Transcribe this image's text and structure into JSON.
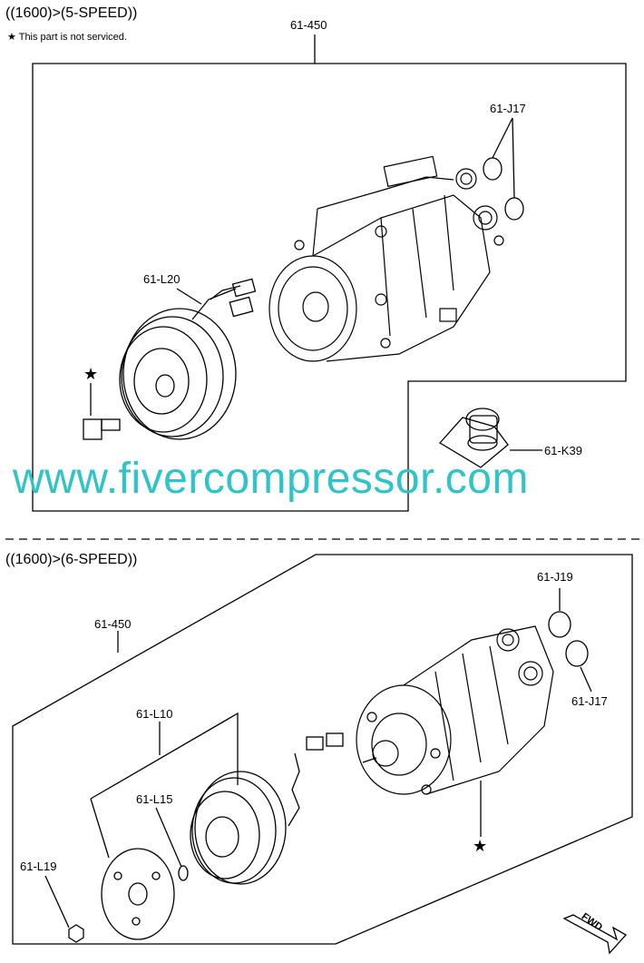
{
  "sections": {
    "top": {
      "title": "((1600)>(5-SPEED))",
      "note": "★ This part is not serviced.",
      "labels": {
        "assembly": "61-450",
        "o_ring_pair": "61-J17",
        "connector": "61-L20",
        "relief_valve": "61-K39"
      },
      "star": "★"
    },
    "bottom": {
      "title": "((1600)>(6-SPEED))",
      "labels": {
        "assembly": "61-450",
        "o_ring_upper": "61-J19",
        "o_ring_lower": "61-J17",
        "clutch_group": "61-L10",
        "shim": "61-L15",
        "nut": "61-L19"
      },
      "star": "★"
    }
  },
  "watermark": "www.fivercompressor.com",
  "fwd_marker": "FWD",
  "colors": {
    "watermark": "#2ec4c8",
    "line": "#000000"
  }
}
